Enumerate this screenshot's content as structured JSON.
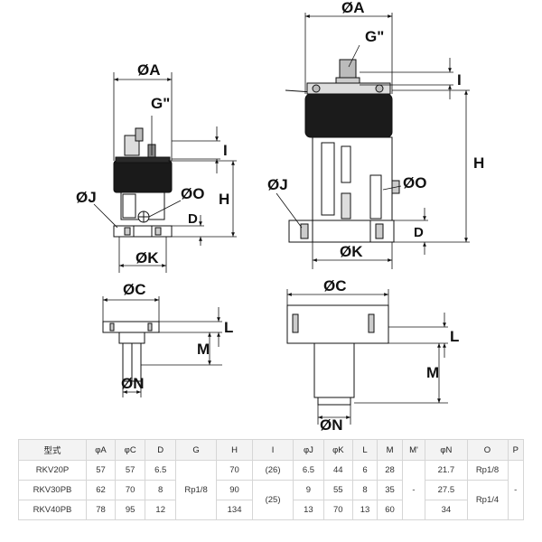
{
  "labels": {
    "phi_a": "ØA",
    "g_port": "G\"",
    "i": "I",
    "h": "H",
    "phi_j": "ØJ",
    "phi_o": "ØO",
    "d": "D",
    "phi_k": "ØK",
    "phi_c": "ØC",
    "l": "L",
    "m": "M",
    "phi_n": "ØN"
  },
  "table": {
    "headers": [
      "型式",
      "φA",
      "φC",
      "D",
      "G",
      "H",
      "I",
      "φJ",
      "φK",
      "L",
      "M",
      "M'",
      "φN",
      "O",
      "P"
    ],
    "rows": [
      {
        "model": "RKV20P",
        "a": "57",
        "c": "57",
        "d": "6.5",
        "h": "70",
        "i": "(26)",
        "j": "6.5",
        "k": "44",
        "l": "6",
        "m": "28",
        "n": "21.7",
        "o": "Rp1/8"
      },
      {
        "model": "RKV30PB",
        "a": "62",
        "c": "70",
        "d": "8",
        "h": "90",
        "j": "9",
        "k": "55",
        "l": "8",
        "m": "35",
        "n": "27.5"
      },
      {
        "model": "RKV40PB",
        "a": "78",
        "c": "95",
        "d": "12",
        "h": "134",
        "j": "13",
        "k": "70",
        "l": "13",
        "m": "60",
        "n": "34"
      }
    ],
    "merged": {
      "g": "Rp1/8",
      "i_lower": "(25)",
      "m_prime": "-",
      "o_lower": "Rp1/4",
      "p": "-"
    }
  }
}
